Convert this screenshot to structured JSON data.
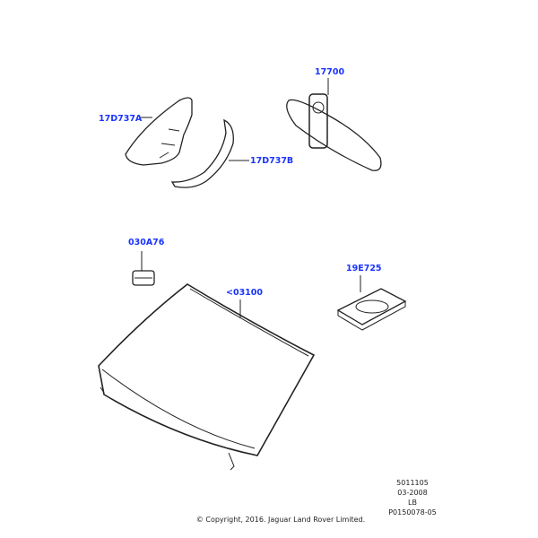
{
  "parts": [
    {
      "id": "17D737A",
      "label": "17D737A"
    },
    {
      "id": "17D737B",
      "label": "17D737B"
    },
    {
      "id": "17700",
      "label": "17700"
    },
    {
      "id": "030A76",
      "label": "030A76"
    },
    {
      "id": "03100",
      "label": "<03100"
    },
    {
      "id": "19E725",
      "label": "19E725"
    }
  ],
  "meta": {
    "number": "5011105",
    "date": "03-2008",
    "code": "LB",
    "illustration": "P0150078-05"
  },
  "copyright": "© Copyright, 2016. Jaguar Land Rover Limited.",
  "colors": {
    "label": "#1a34ff",
    "line": "#222222"
  }
}
